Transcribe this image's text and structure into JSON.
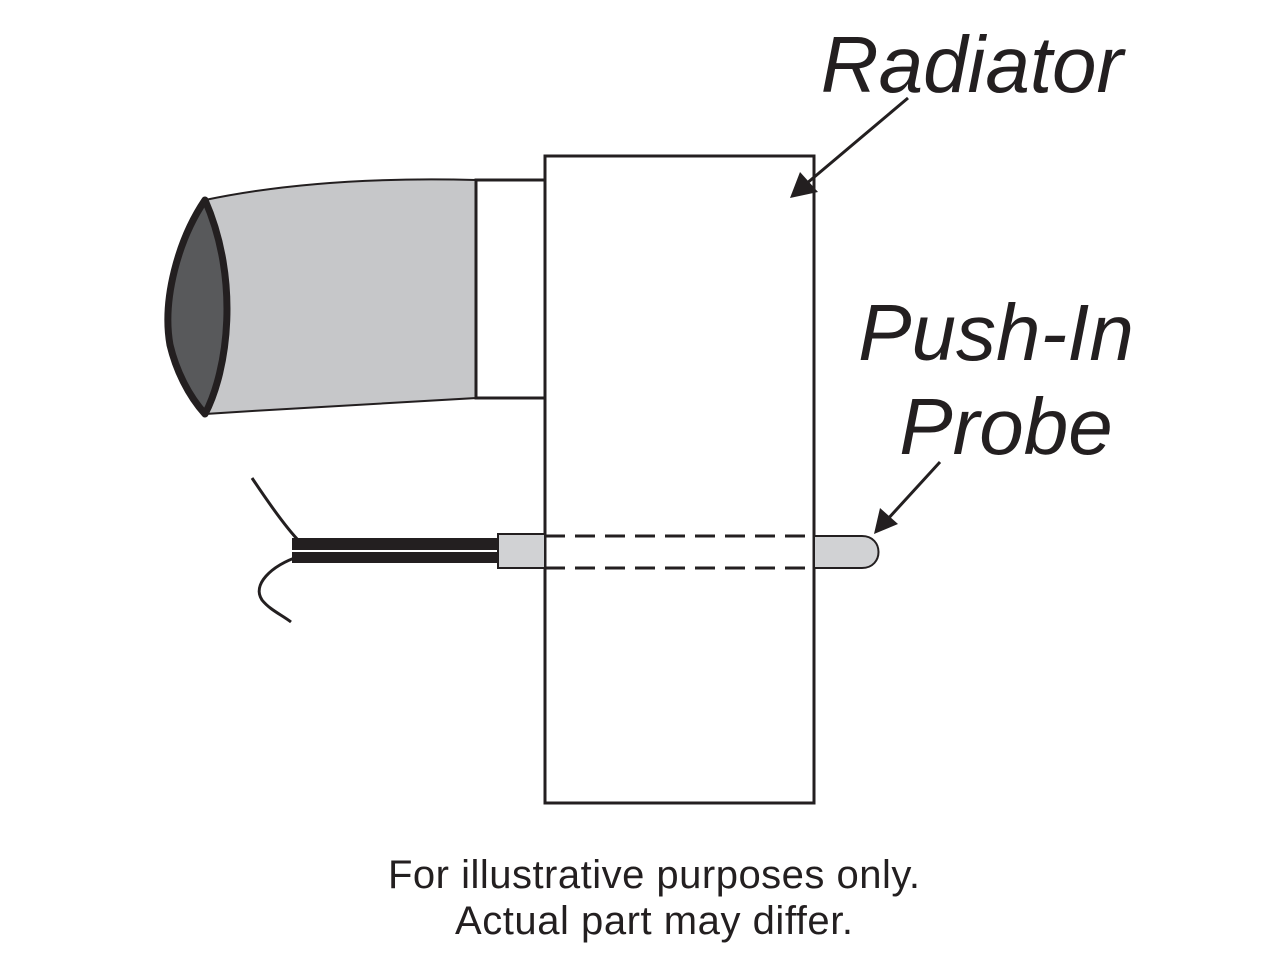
{
  "labels": {
    "radiator": "Radiator",
    "probe_line1": "Push-In",
    "probe_line2": "Probe"
  },
  "disclaimer": {
    "line1": "For illustrative purposes only.",
    "line2": "Actual part may differ."
  },
  "colors": {
    "ink": "#231f20",
    "hose_fill": "#c6c7c9",
    "hose_opening": "#58595b",
    "probe_fill": "#d1d2d4",
    "background": "#ffffff"
  }
}
